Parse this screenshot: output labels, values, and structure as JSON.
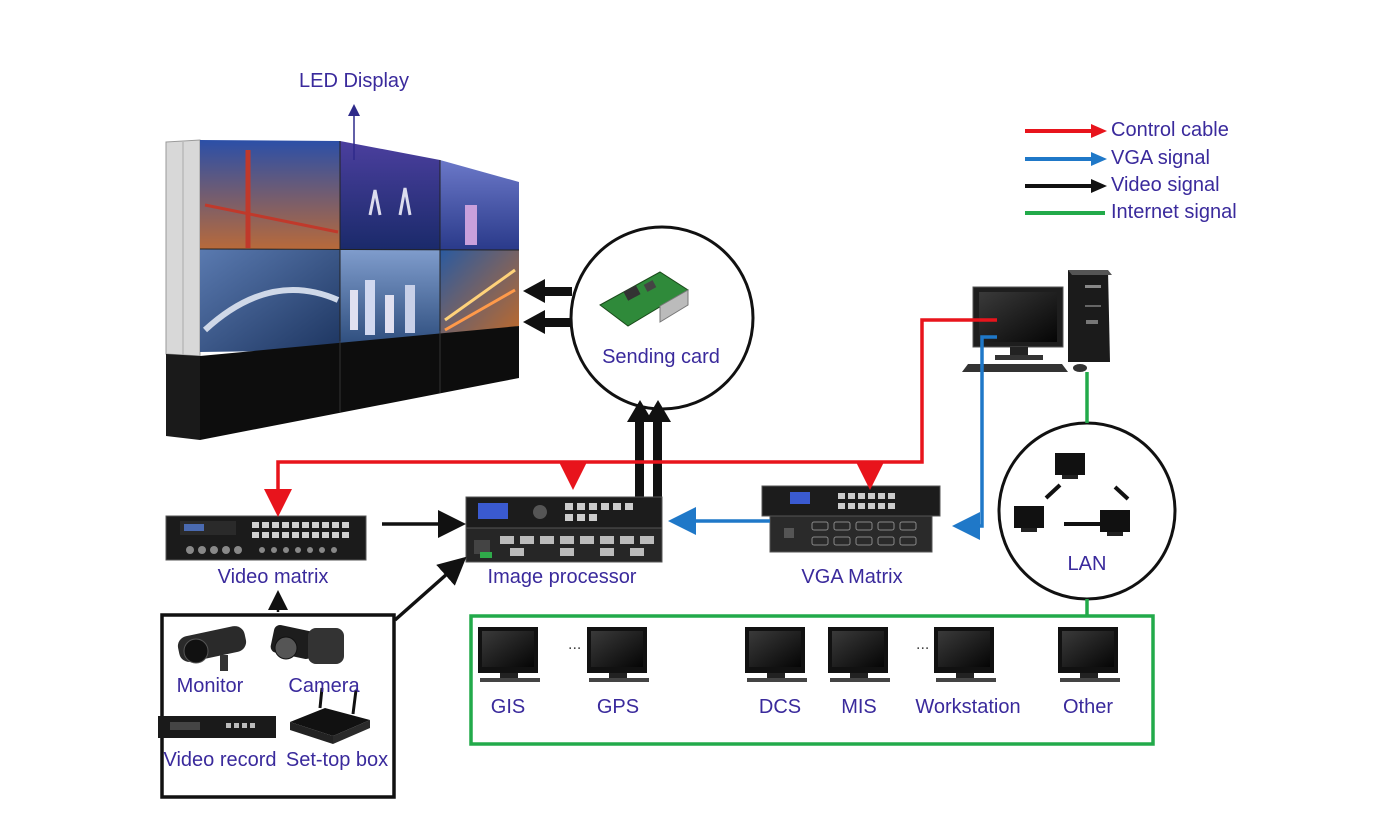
{
  "title": "LED Display",
  "legend": [
    {
      "label": "Control cable",
      "color": "#e8141c",
      "arrow": true
    },
    {
      "label": "VGA signal",
      "color": "#1f78c8",
      "arrow": true
    },
    {
      "label": "Video signal",
      "color": "#111111",
      "arrow": true
    },
    {
      "label": "Internet signal",
      "color": "#22aa4a",
      "arrow": false
    }
  ],
  "devices": {
    "sending_card": "Sending card",
    "video_matrix": "Video matrix",
    "image_processor": "Image processor",
    "vga_matrix": "VGA Matrix",
    "lan": "LAN"
  },
  "sources": {
    "monitor": "Monitor",
    "camera": "Camera",
    "video_record": "Video record",
    "set_top_box": "Set-top box"
  },
  "terminals": {
    "gis": "GIS",
    "gps": "GPS",
    "dcs": "DCS",
    "mis": "MIS",
    "workstation": "Workstation",
    "other": "Other"
  },
  "ellipsis": "..."
}
